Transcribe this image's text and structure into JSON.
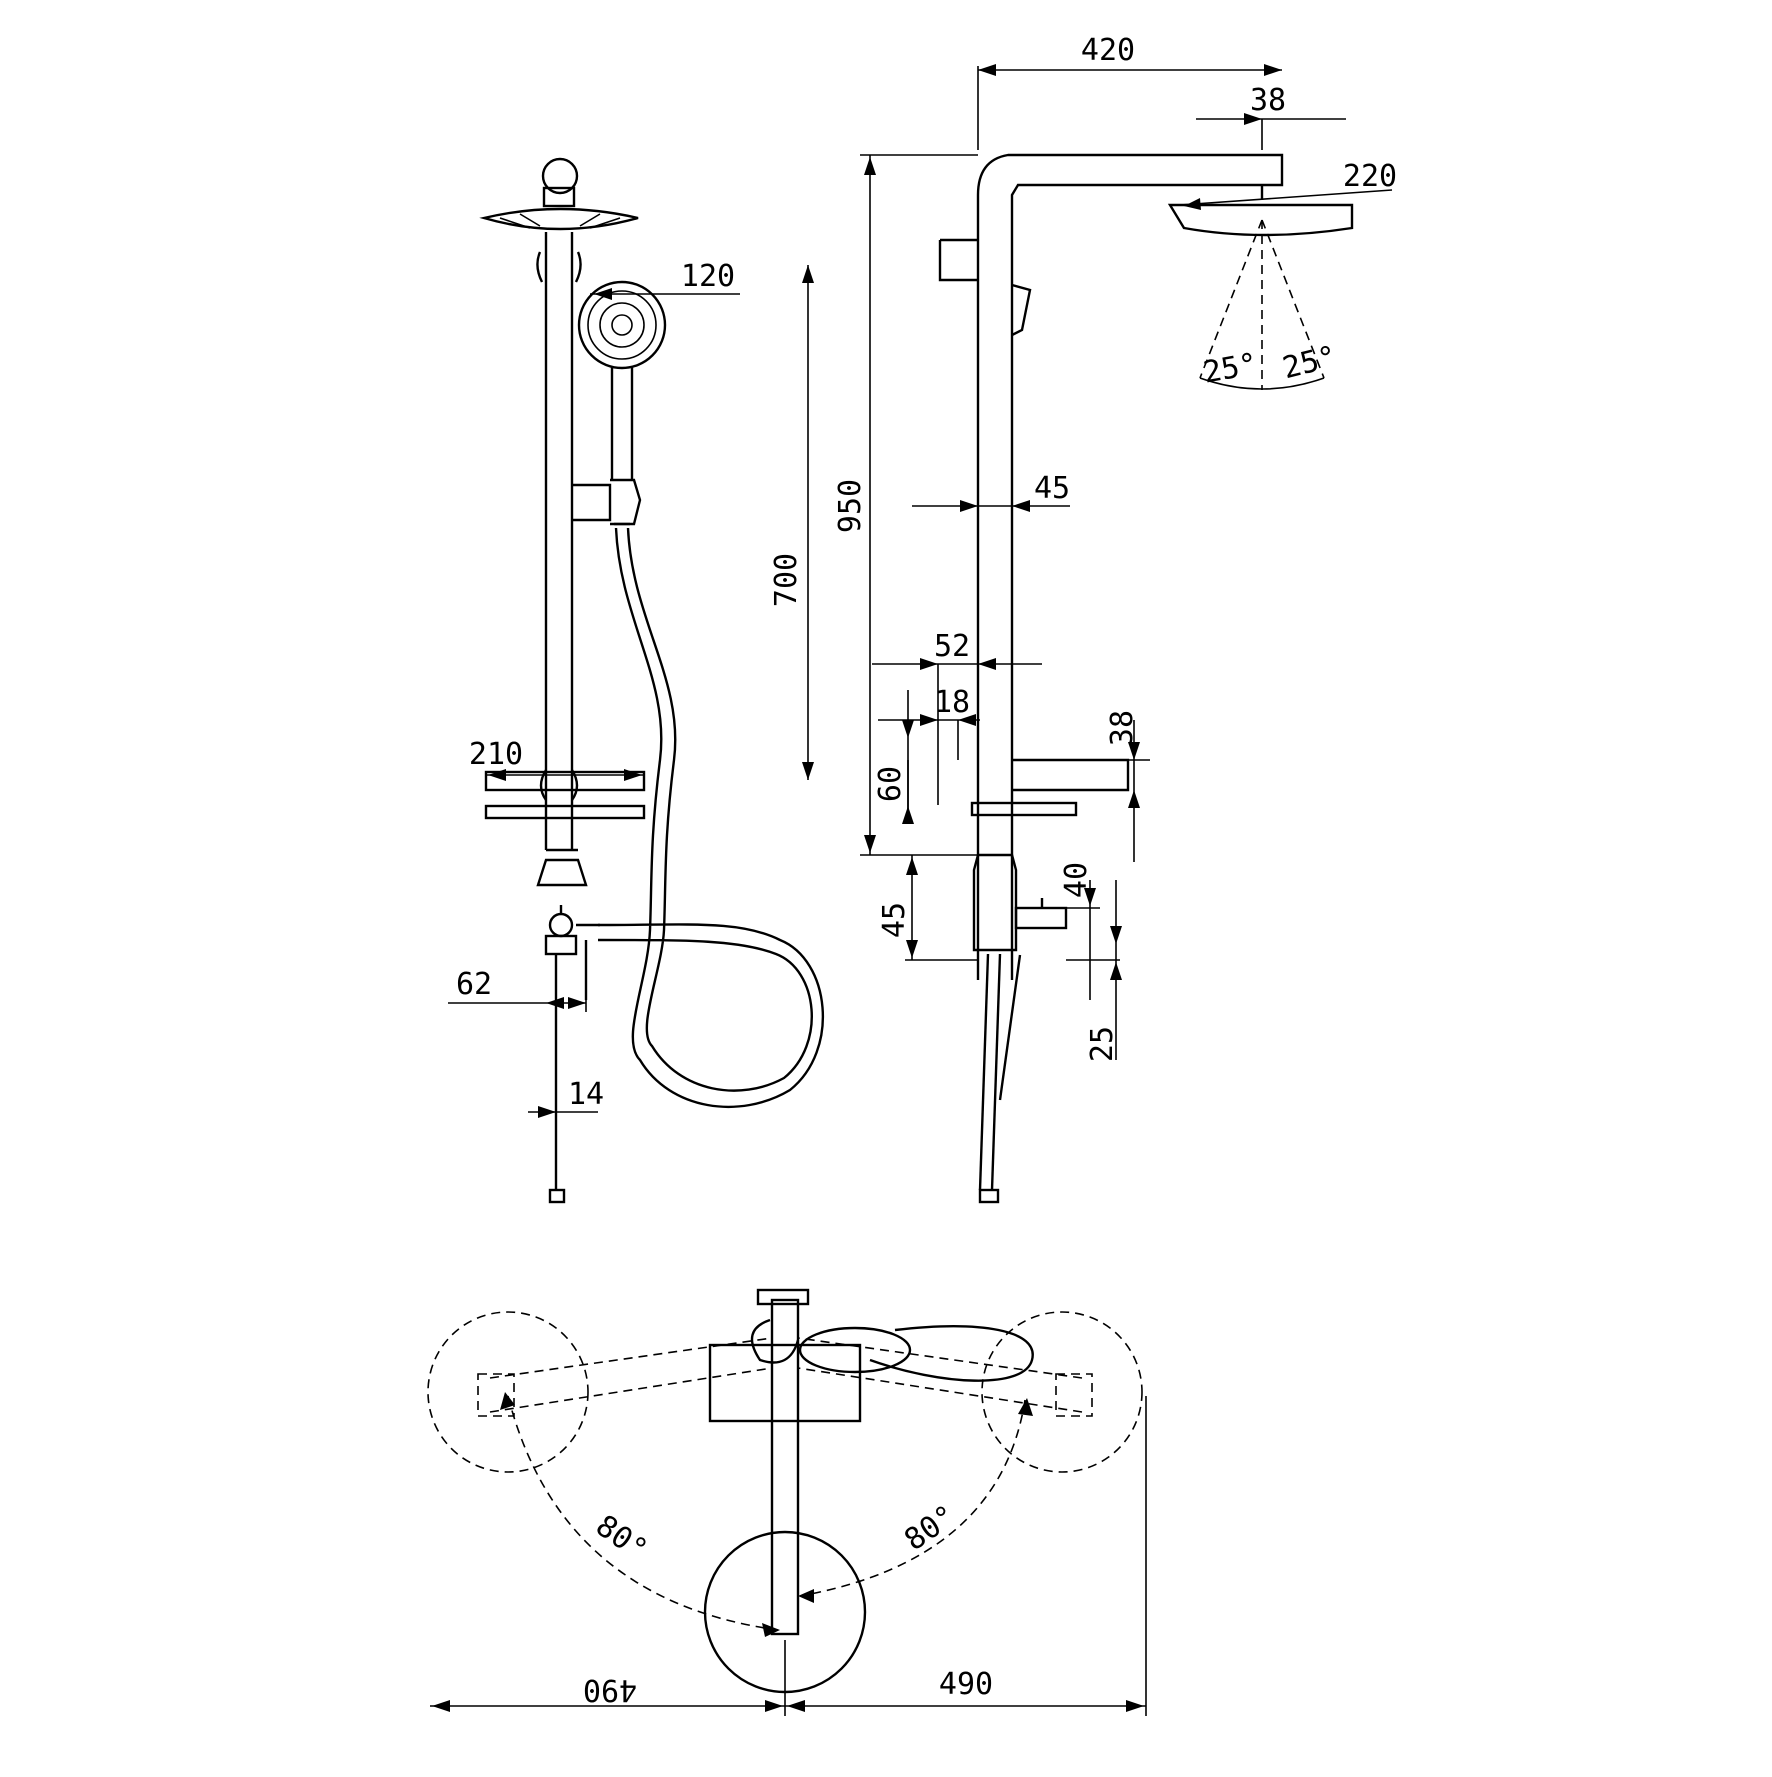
{
  "dimensions": {
    "top_width": "420",
    "head_offset": "38",
    "head_diameter": "220",
    "spray_angle_left": "25°",
    "spray_angle_right": "25°",
    "handshower_diameter": "120",
    "rail_length": "700",
    "total_height": "950",
    "pipe_offset": "45",
    "mixer_offset": "52",
    "tube_diameter": "18",
    "shelf_thickness": "38",
    "shelf_height": "60",
    "lower_height": "45",
    "mixer_body": "40",
    "outlet_drop": "25",
    "shelf_width": "210",
    "inlet_offset": "62",
    "inlet_diameter": "14",
    "swing_angle_left": "80°",
    "swing_angle_right": "80°",
    "reach_left": "490",
    "reach_right": "490"
  },
  "colors": {
    "line": "#000000",
    "background": "#ffffff"
  }
}
